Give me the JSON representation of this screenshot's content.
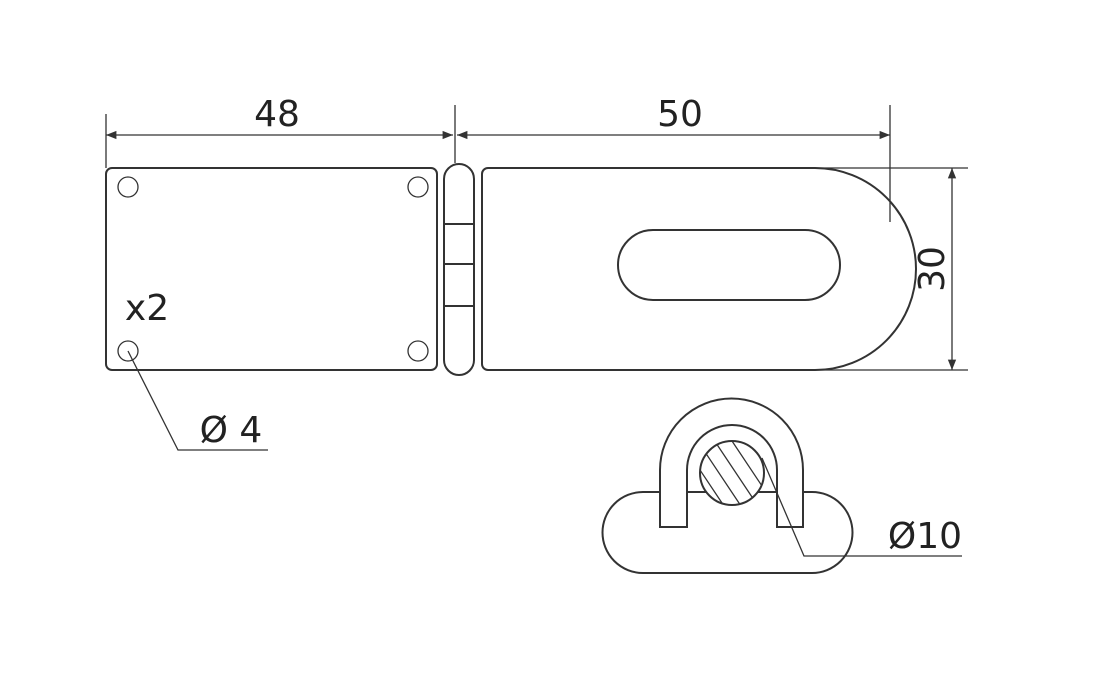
{
  "dimensions": {
    "left_width": "48",
    "right_width": "50",
    "height": "30",
    "hole_diameter": "Ø 4",
    "hole_count": "x2",
    "staple_diameter": "Ø10"
  },
  "colors": {
    "line": "#333333",
    "background": "#ffffff"
  }
}
